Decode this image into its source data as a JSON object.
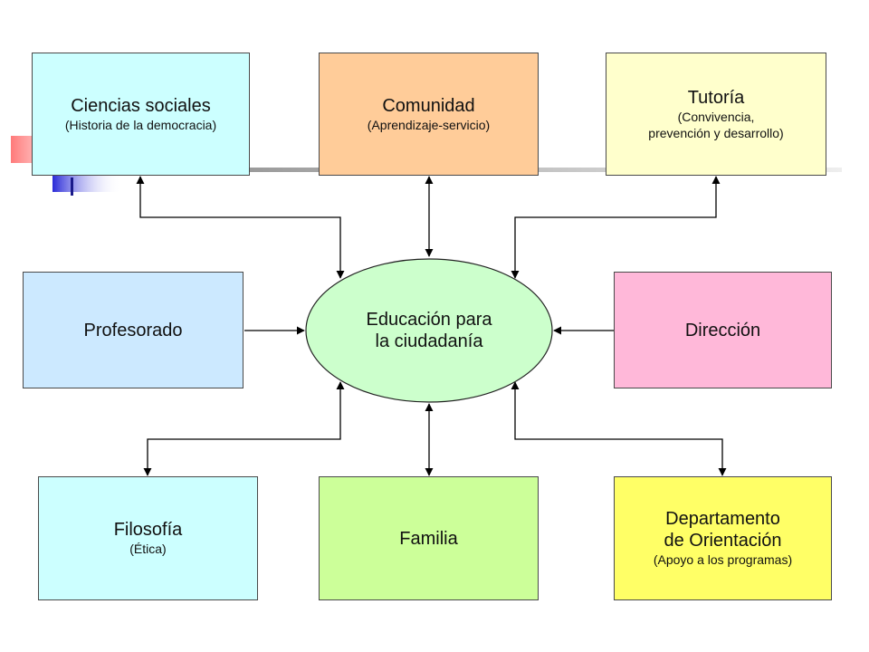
{
  "center": {
    "line1": "Educación para",
    "line2": "la ciudadanía",
    "color": "#ccffcc"
  },
  "nodes": {
    "ciencias": {
      "title": "Ciencias sociales",
      "subtitle": "(Historia de la democracia)",
      "color": "#ccffff"
    },
    "comunidad": {
      "title": "Comunidad",
      "subtitle": "(Aprendizaje-servicio)",
      "color": "#ffcc99"
    },
    "tutoria": {
      "title": "Tutoría",
      "subtitle1": "(Convivencia,",
      "subtitle2": "prevención y desarrollo)",
      "color": "#ffffcc"
    },
    "profesorado": {
      "title": "Profesorado",
      "color": "#cce9ff"
    },
    "direccion": {
      "title": "Dirección",
      "color": "#ffb8d9"
    },
    "filosofia": {
      "title": "Filosofía",
      "subtitle": "(Ética)",
      "color": "#ccffff"
    },
    "familia": {
      "title": "Familia",
      "color": "#ccff99"
    },
    "departamento": {
      "title1": "Departamento",
      "title2": "de Orientación",
      "subtitle": "(Apoyo a los programas)",
      "color": "#ffff66"
    }
  }
}
